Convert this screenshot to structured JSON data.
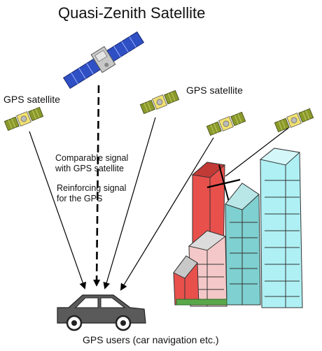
{
  "title": "Quasi-Zenith Satellite",
  "labels": {
    "gps_left": "GPS satellite",
    "gps_right": "GPS satellite",
    "qzs_signal_1": "Comparable signal",
    "qzs_signal_2": "with GPS satellite",
    "reinforce_1": "Reinforcing signal",
    "reinforce_2": "for the GPS",
    "users": "GPS users (car navigation etc.)"
  },
  "icons": [
    "qzs-satellite-icon",
    "gps-satellite-icon",
    "car-icon",
    "buildings-icon"
  ],
  "colors": {
    "solar_panel": "#3b5ccc",
    "gps_panel": "#8a9a2a",
    "building_red": "#e8504c",
    "building_teal": "#7fd0d0",
    "building_pink": "#f4c8c8",
    "building_cyan": "#aef0f4",
    "car_body": "#555555"
  }
}
